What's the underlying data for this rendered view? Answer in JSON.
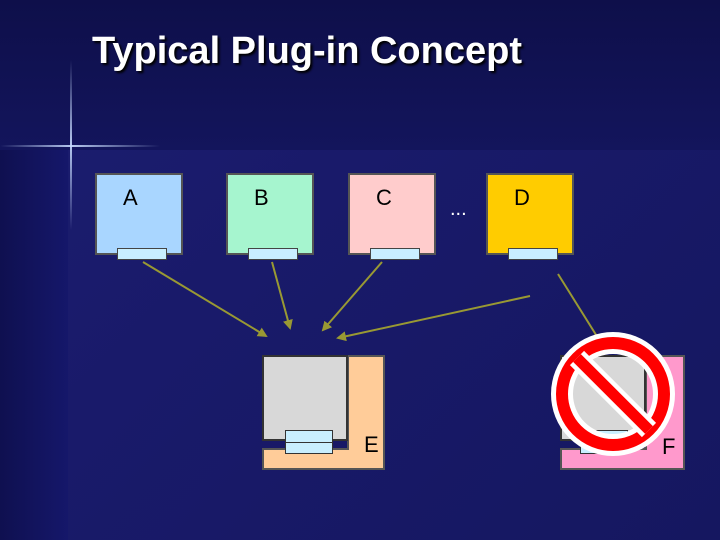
{
  "slide": {
    "title": "Typical Plug-in Concept"
  },
  "plugins": [
    {
      "label": "A",
      "color": "#a9d6ff"
    },
    {
      "label": "B",
      "color": "#a6f5cf"
    },
    {
      "label": "C",
      "color": "#ffcccc"
    },
    {
      "label": "D",
      "color": "#ffcc00"
    }
  ],
  "ellipsis": "...",
  "hosts": [
    {
      "label": "E",
      "color": "#ffcc99"
    },
    {
      "label": "F",
      "color": "#ff99cc"
    }
  ],
  "colors": {
    "arrow": "#999933",
    "prohibited": "#ff0000",
    "plug": "#c9efff"
  },
  "icons": {
    "prohibited": "no-entry-icon"
  }
}
